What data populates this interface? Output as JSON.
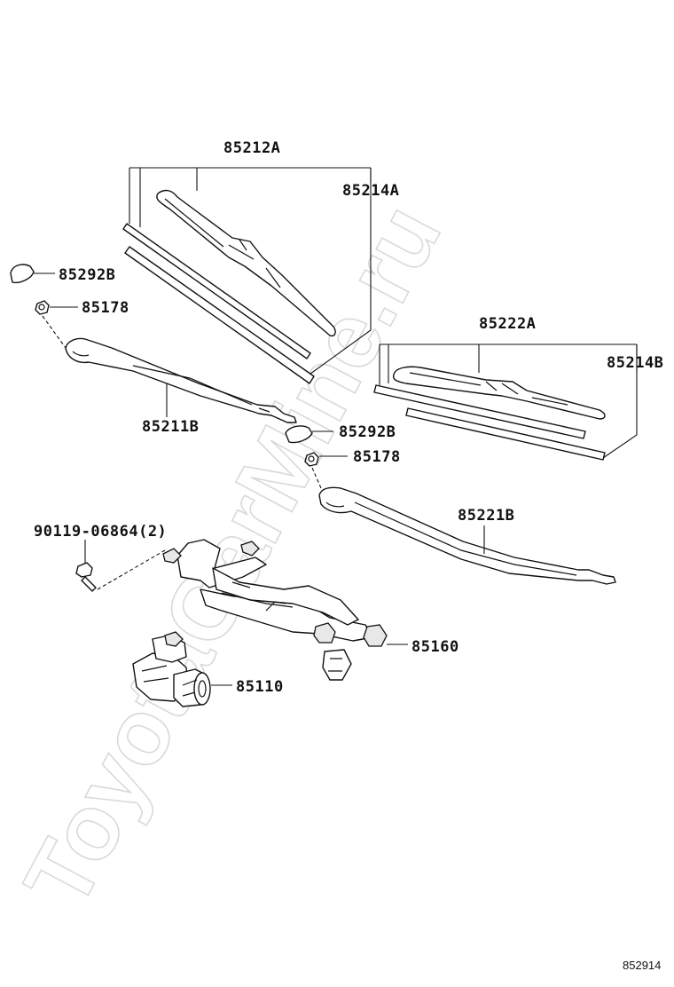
{
  "watermark": "ToyotaCarMine.ru",
  "labels": {
    "p85212A": "85212A",
    "p85214A": "85214A",
    "p85292B_1": "85292B",
    "p85178_1": "85178",
    "p85211B": "85211B",
    "p85222A": "85222A",
    "p85214B": "85214B",
    "p85292B_2": "85292B",
    "p85178_2": "85178",
    "p85221B": "85221B",
    "p90119": "90119-06864(2)",
    "p85160": "85160",
    "p85110": "85110"
  },
  "diagram_code": "852914"
}
